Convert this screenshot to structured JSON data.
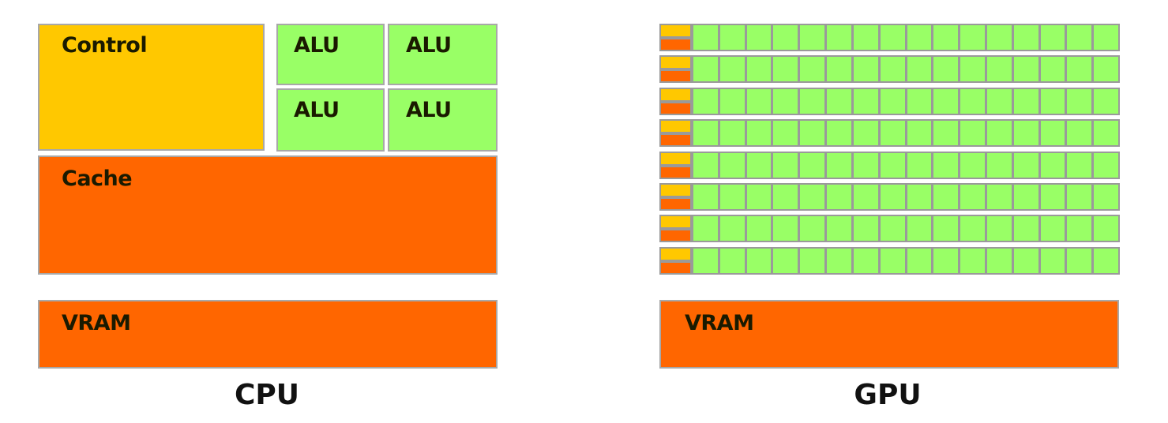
{
  "colors": {
    "control": "#FFC800",
    "cache": "#FF6600",
    "alu": "#99FF66",
    "border": "#A8A8A8"
  },
  "cpu": {
    "caption": "CPU",
    "control_label": "Control",
    "alu_labels": [
      "ALU",
      "ALU",
      "ALU",
      "ALU"
    ],
    "cache_label": "Cache",
    "vram_label": "VRAM"
  },
  "gpu": {
    "caption": "GPU",
    "rows": 8,
    "alus_per_row": 16,
    "vram_label": "VRAM"
  }
}
